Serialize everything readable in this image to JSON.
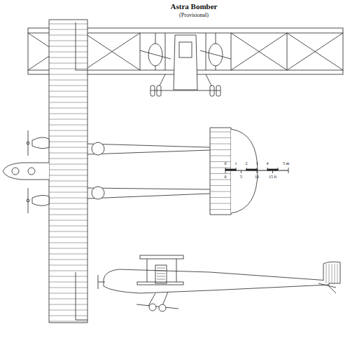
{
  "diagram": {
    "title": "Astra Bomber",
    "labels": [
      "(Provisional)",
      "0",
      "1",
      "2",
      "3",
      "4",
      "5 m",
      "0",
      "5",
      "10",
      "15 ft"
    ]
  }
}
